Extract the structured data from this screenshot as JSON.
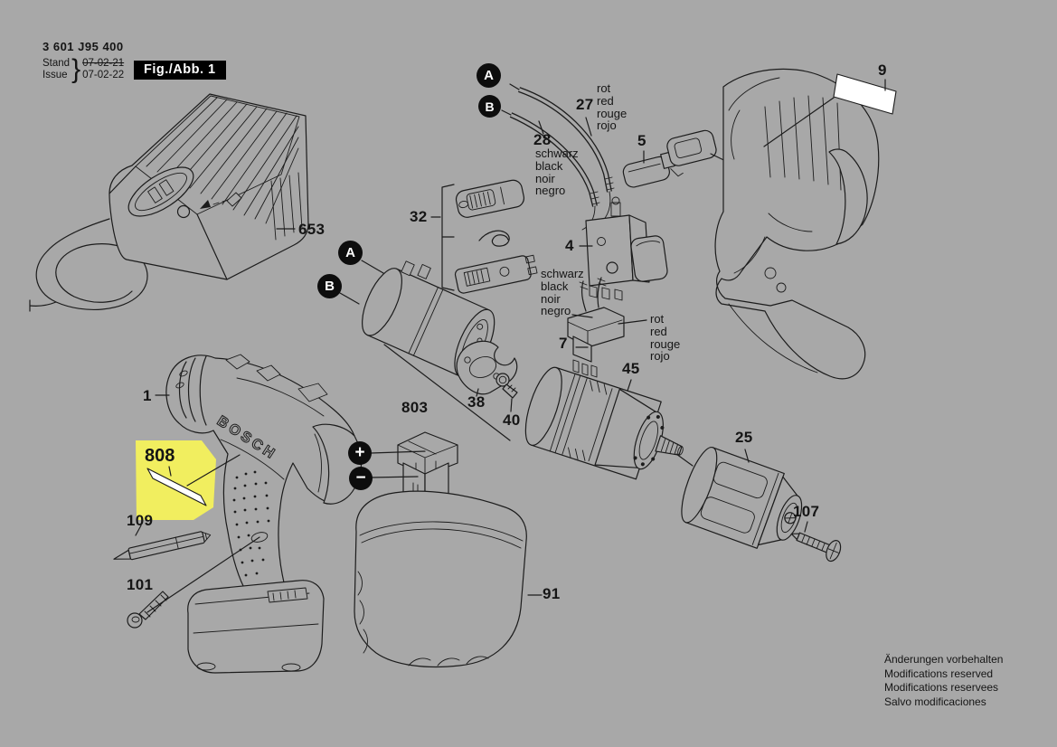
{
  "doc": {
    "part_number": "3 601 J95 400",
    "stand_label": "Stand",
    "issue_label": "Issue",
    "brace": "}",
    "stand_date": "07-02-21",
    "issue_date": "07-02-22",
    "figure_label": "Fig./Abb. 1"
  },
  "brand": {
    "logo": "BOSCH"
  },
  "markers": {
    "a": "A",
    "b": "B",
    "plus": "+",
    "minus": "−"
  },
  "parts": {
    "p1": "1",
    "p4": "4",
    "p5": "5",
    "p7": "7",
    "p9": "9",
    "p25": "25",
    "p27": "27",
    "p28": "28",
    "p32": "32",
    "p38": "38",
    "p40": "40",
    "p45": "45",
    "p91": "91",
    "p101": "101",
    "p107": "107",
    "p109": "109",
    "p653": "653",
    "p803": "803",
    "p808": "808"
  },
  "wire_color_labels": {
    "red_top": [
      "rot",
      "red",
      "rouge",
      "rojo"
    ],
    "black_top": [
      "schwarz",
      "black",
      "noir",
      "negro"
    ],
    "black_mid": [
      "schwarz",
      "black",
      "noir",
      "negro"
    ],
    "red_mid": [
      "rot",
      "red",
      "rouge",
      "rojo"
    ]
  },
  "footer": {
    "lines": [
      "Änderungen vorbehalten",
      "Modifications reserved",
      "Modifications reservees",
      "Salvo modificaciones"
    ]
  },
  "colors": {
    "background": "#a8a8a8",
    "line": "#1c1c1c",
    "highlight": "#f1ee5f",
    "sticker": "#ffffff",
    "figure_box_bg": "#000000",
    "figure_box_text": "#ffffff"
  }
}
